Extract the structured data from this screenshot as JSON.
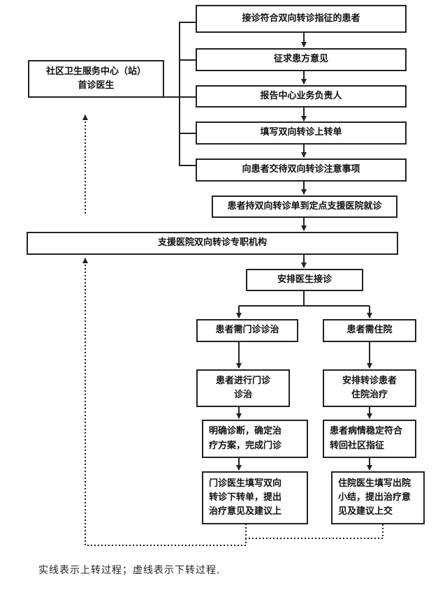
{
  "nodes": {
    "n1": "接诊符合双向转诊指征的患者",
    "n2": "征求患方意见",
    "n3": "报告中心业务负责人",
    "n4": "填写双向转诊上转单",
    "n5": "向患者交待双向转诊注意事项",
    "n6": "患者持双向转诊单到定点支援医院就诊",
    "community": "社区卫生服务中心（站）\n首诊医生",
    "hospital": "支援医院双向转诊专职机构",
    "arrange": "安排医生接诊",
    "outpatient_need": "患者需门诊诊治",
    "inpatient_need": "患者需住院",
    "outpatient_do": "患者进行门诊\n诊治",
    "inpatient_do": "安排转诊患者\n住院治疗",
    "outpatient_diag": "明确诊断，确定治\n疗方案，完成门诊",
    "inpatient_stable": "患者病情稳定符合\n转回社区指征",
    "outpatient_form": "门诊医生填写双向\n转诊下转单，提出\n治疗意见及建议上",
    "inpatient_form": "住院医生填写出院\n小结，提出治疗意\n见及建议上交"
  },
  "legend": "实线表示上转过程；虚线表示下转过程."
}
